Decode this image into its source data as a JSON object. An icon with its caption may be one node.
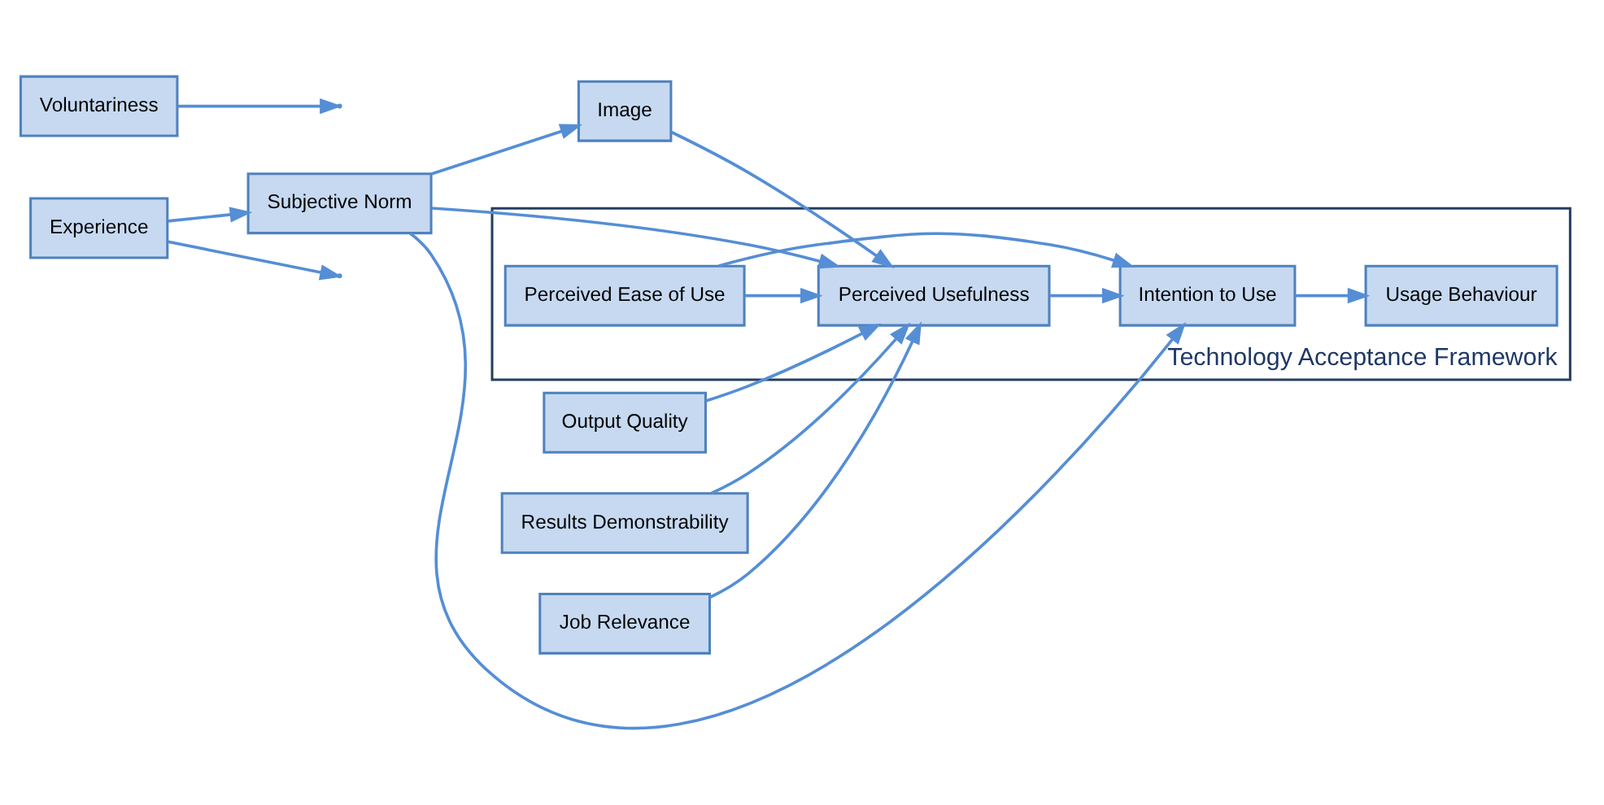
{
  "diagram": {
    "nodes": [
      {
        "text": [
          "Experience"
        ]
      },
      {
        "text": [
          "Voluntariness"
        ]
      },
      {
        "text": [
          "Subjective Norm"
        ]
      },
      {
        "text": [
          "Image"
        ]
      },
      {
        "text": [
          "Job Relevance"
        ]
      },
      {
        "text": [
          "Output Quality"
        ]
      },
      {
        "text": [
          "Results Demonstrability"
        ]
      },
      {
        "text": [
          "Technology Acceptance Framework"
        ]
      },
      {
        "text": [
          "Perceived Usefulness"
        ],
        "in": 7
      },
      {
        "text": [
          "Perceived Ease of Use"
        ],
        "in": 7
      },
      {
        "text": [
          "Intention to Use"
        ],
        "in": 7
      },
      {
        "text": [
          "Usage Behaviour"
        ],
        "in": 7
      }
    ],
    "edges": [
      {
        "from": 0,
        "to": 2,
        "arrow": "to"
      },
      {
        "from": 0,
        "to": null,
        "arrow": "to"
      },
      {
        "from": 1,
        "to": null,
        "arrow": "to"
      },
      {
        "from": 2,
        "to": 3,
        "arrow": "to"
      },
      {
        "from": 2,
        "to": 8,
        "arrow": "to"
      },
      {
        "from": 2,
        "to": 10,
        "arrow": "to"
      },
      {
        "from": 3,
        "to": 8,
        "arrow": "to"
      },
      {
        "from": 4,
        "to": 8,
        "arrow": "to"
      },
      {
        "from": 5,
        "to": 8,
        "arrow": "to"
      },
      {
        "from": 6,
        "to": 8,
        "arrow": "to"
      },
      {
        "from": 9,
        "to": 8,
        "arrow": "to"
      },
      {
        "from": 8,
        "to": 10,
        "arrow": "to"
      },
      {
        "from": 9,
        "to": 10,
        "arrow": "to"
      },
      {
        "from": 10,
        "to": 11,
        "arrow": "to"
      }
    ]
  }
}
